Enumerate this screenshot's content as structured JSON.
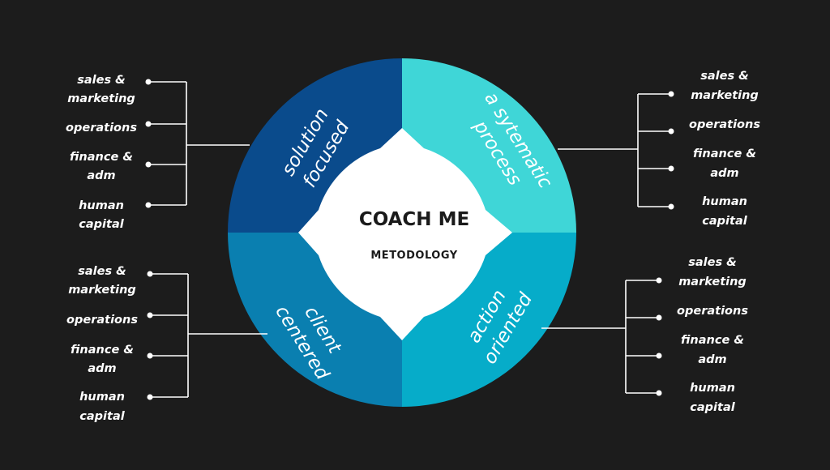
{
  "center": {
    "title": "COACH ME",
    "subtitle": "METODOLOGY"
  },
  "colors": {
    "background": "#1c1c1c",
    "top_left": "#0a4b8c",
    "top_right": "#3fd6d7",
    "bottom_left": "#0a7fb0",
    "bottom_right": "#06acc9",
    "center": "#ffffff",
    "lines": "#ffffff"
  },
  "segments": {
    "top_left": [
      "solution",
      "focused"
    ],
    "top_right": [
      "a sytematic",
      "process"
    ],
    "bottom_left": [
      "client",
      "centered"
    ],
    "bottom_right": [
      "action",
      "oriented"
    ]
  },
  "branches": {
    "top_left": [
      [
        "sales &",
        "marketing"
      ],
      [
        "operations"
      ],
      [
        "finance &",
        "adm"
      ],
      [
        "human",
        "capital"
      ]
    ],
    "top_right": [
      [
        "sales &",
        "marketing"
      ],
      [
        "operations"
      ],
      [
        "finance &",
        "adm"
      ],
      [
        "human",
        "capital"
      ]
    ],
    "bottom_left": [
      [
        "sales &",
        "marketing"
      ],
      [
        "operations"
      ],
      [
        "finance &",
        "adm"
      ],
      [
        "human",
        "capital"
      ]
    ],
    "bottom_right": [
      [
        "sales &",
        "marketing"
      ],
      [
        "operations"
      ],
      [
        "finance &",
        "adm"
      ],
      [
        "human",
        "capital"
      ]
    ]
  }
}
